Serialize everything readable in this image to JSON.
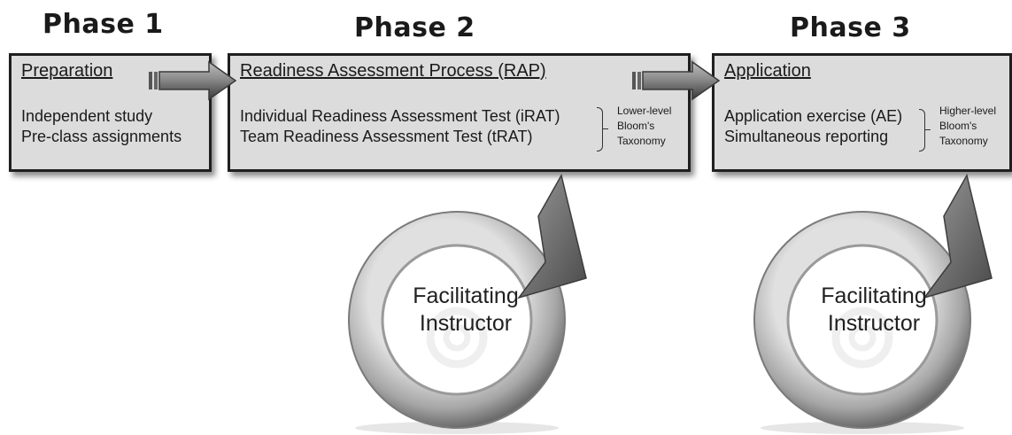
{
  "phases": [
    {
      "title": "Phase 1"
    },
    {
      "title": "Phase 2"
    },
    {
      "title": "Phase 3"
    }
  ],
  "boxes": {
    "preparation": {
      "heading": "Preparation",
      "lines": [
        "Independent study",
        "Pre-class assignments"
      ]
    },
    "rap": {
      "heading": "Readiness Assessment Process (RAP)",
      "lines": [
        "Individual Readiness Assessment Test (iRAT)",
        "Team Readiness Assessment Test (tRAT)"
      ],
      "taxonomy": [
        "Lower-level",
        "Bloom's",
        "Taxonomy"
      ]
    },
    "application": {
      "heading": "Application",
      "lines": [
        "Application exercise (AE)",
        "Simultaneous reporting"
      ],
      "taxonomy": [
        "Higher-level",
        "Bloom's",
        "Taxonomy"
      ]
    }
  },
  "cycles": [
    {
      "line1": "Facilitating",
      "line2": "Instructor"
    },
    {
      "line1": "Facilitating",
      "line2": "Instructor"
    }
  ]
}
